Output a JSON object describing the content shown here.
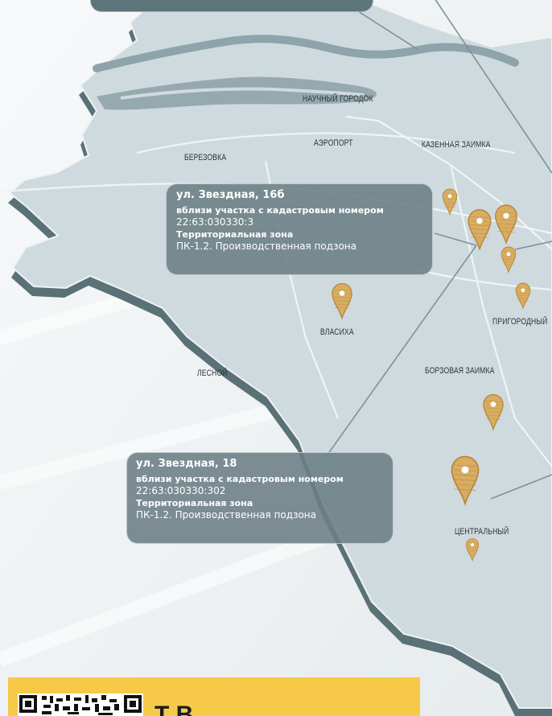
{
  "map": {
    "colors": {
      "land": "#cfdade",
      "land_edge": "#667f86",
      "land_side": "#5a7177",
      "water": "#8ea3aa",
      "pin": "#d8ad62",
      "pin_dark": "#b8863c",
      "callout": "#6b7e84"
    },
    "places": [
      {
        "id": "nauchny",
        "name": "НАУЧНЫЙ ГОРОДОК"
      },
      {
        "id": "aeroport",
        "name": "АЭРОПОРТ"
      },
      {
        "id": "kazennaya",
        "name": "КАЗЕННАЯ ЗАИМКА"
      },
      {
        "id": "berezovka",
        "name": "БЕРЕЗОВКА"
      },
      {
        "id": "vlasikha",
        "name": "ВЛАСИХА"
      },
      {
        "id": "prigorodny",
        "name": "ПРИГОРОДНЫЙ"
      },
      {
        "id": "lesnoy",
        "name": "ЛЕСНОЙ"
      },
      {
        "id": "borzovaya",
        "name": "БОРЗОВАЯ ЗАИМКА"
      },
      {
        "id": "centralny",
        "name": "ЦЕНТРАЛЬНЫЙ"
      }
    ],
    "pins": [
      {
        "id": "pin-1",
        "icon": "location-pin-icon"
      },
      {
        "id": "pin-2",
        "icon": "location-pin-icon"
      },
      {
        "id": "pin-3",
        "icon": "location-pin-icon"
      },
      {
        "id": "pin-4",
        "icon": "location-pin-icon"
      },
      {
        "id": "pin-5",
        "icon": "location-pin-icon"
      },
      {
        "id": "pin-6",
        "icon": "location-pin-icon"
      },
      {
        "id": "pin-7",
        "icon": "location-pin-icon"
      },
      {
        "id": "pin-8",
        "icon": "location-pin-icon"
      },
      {
        "id": "pin-9",
        "icon": "location-pin-icon"
      }
    ]
  },
  "callouts": [
    {
      "title": "ул. Звездная, 16б",
      "label1": "вблизи участка с кадастровым номером",
      "value1": "22:63:030330:3",
      "label2": "Территориальная зона",
      "value2": "ПК-1.2. Производственная подзона"
    },
    {
      "title": "ул. Звездная, 18",
      "label1": "вблизи участка с кадастровым номером",
      "value1": "22:63:030330:302",
      "label2": "Территориальная зона",
      "value2": "ПК-1.2. Производственная подзона"
    }
  ],
  "banner": {
    "text": "Т         В",
    "qr_icon": "qr-code-icon"
  }
}
